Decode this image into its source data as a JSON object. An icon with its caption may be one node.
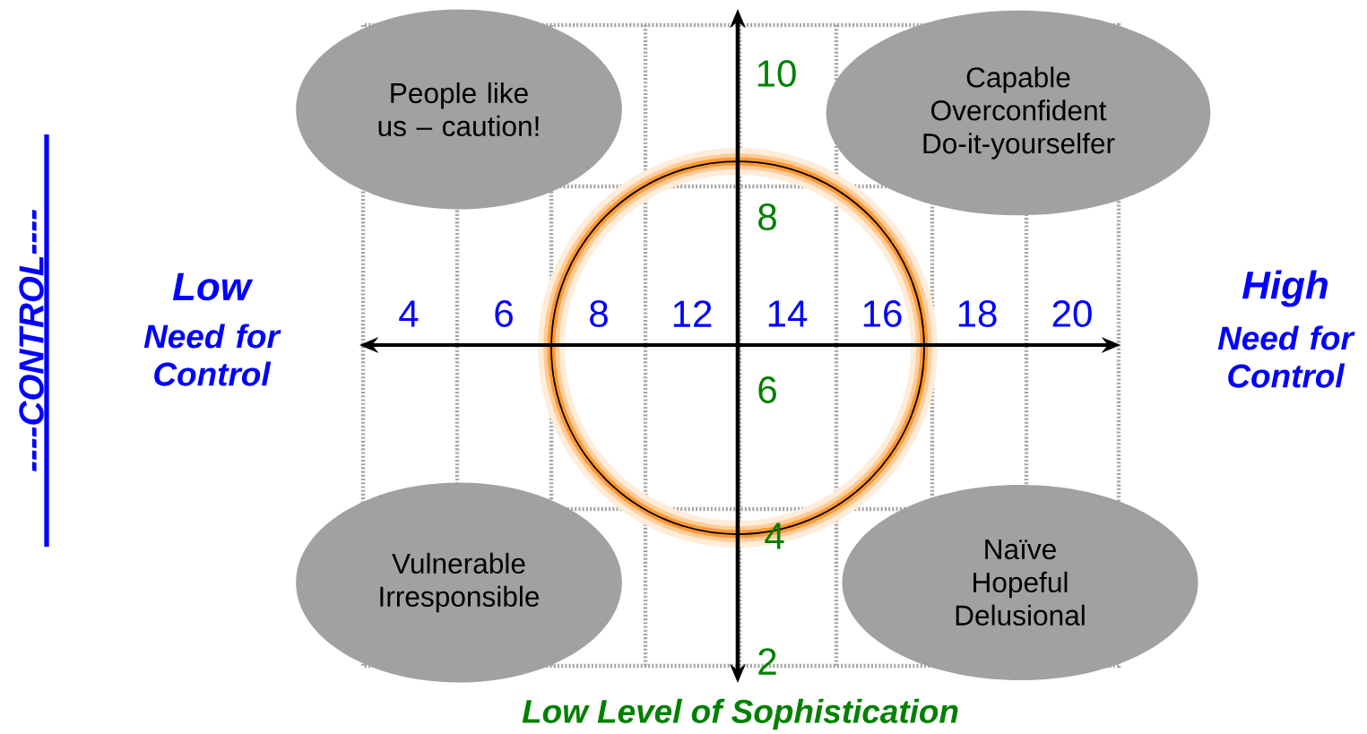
{
  "diagram": {
    "nodes": [
      {
        "text": [
          "People like us – caution!"
        ]
      },
      {
        "text": [
          "Capable Overconfident Do-it-yourselfer"
        ]
      },
      {
        "text": [
          "Vulnerable Irresponsible"
        ]
      },
      {
        "text": [
          "Naïve Hopeful Delusional"
        ]
      }
    ],
    "labels": [
      "----CONTROL----",
      "10",
      "Low",
      "Need for Control",
      "High",
      "Need for Control",
      "8",
      "4",
      "6",
      "8",
      "12",
      "14",
      "16",
      "18",
      "20",
      "6",
      "4",
      "2",
      "Low Level of Sophistication"
    ]
  }
}
